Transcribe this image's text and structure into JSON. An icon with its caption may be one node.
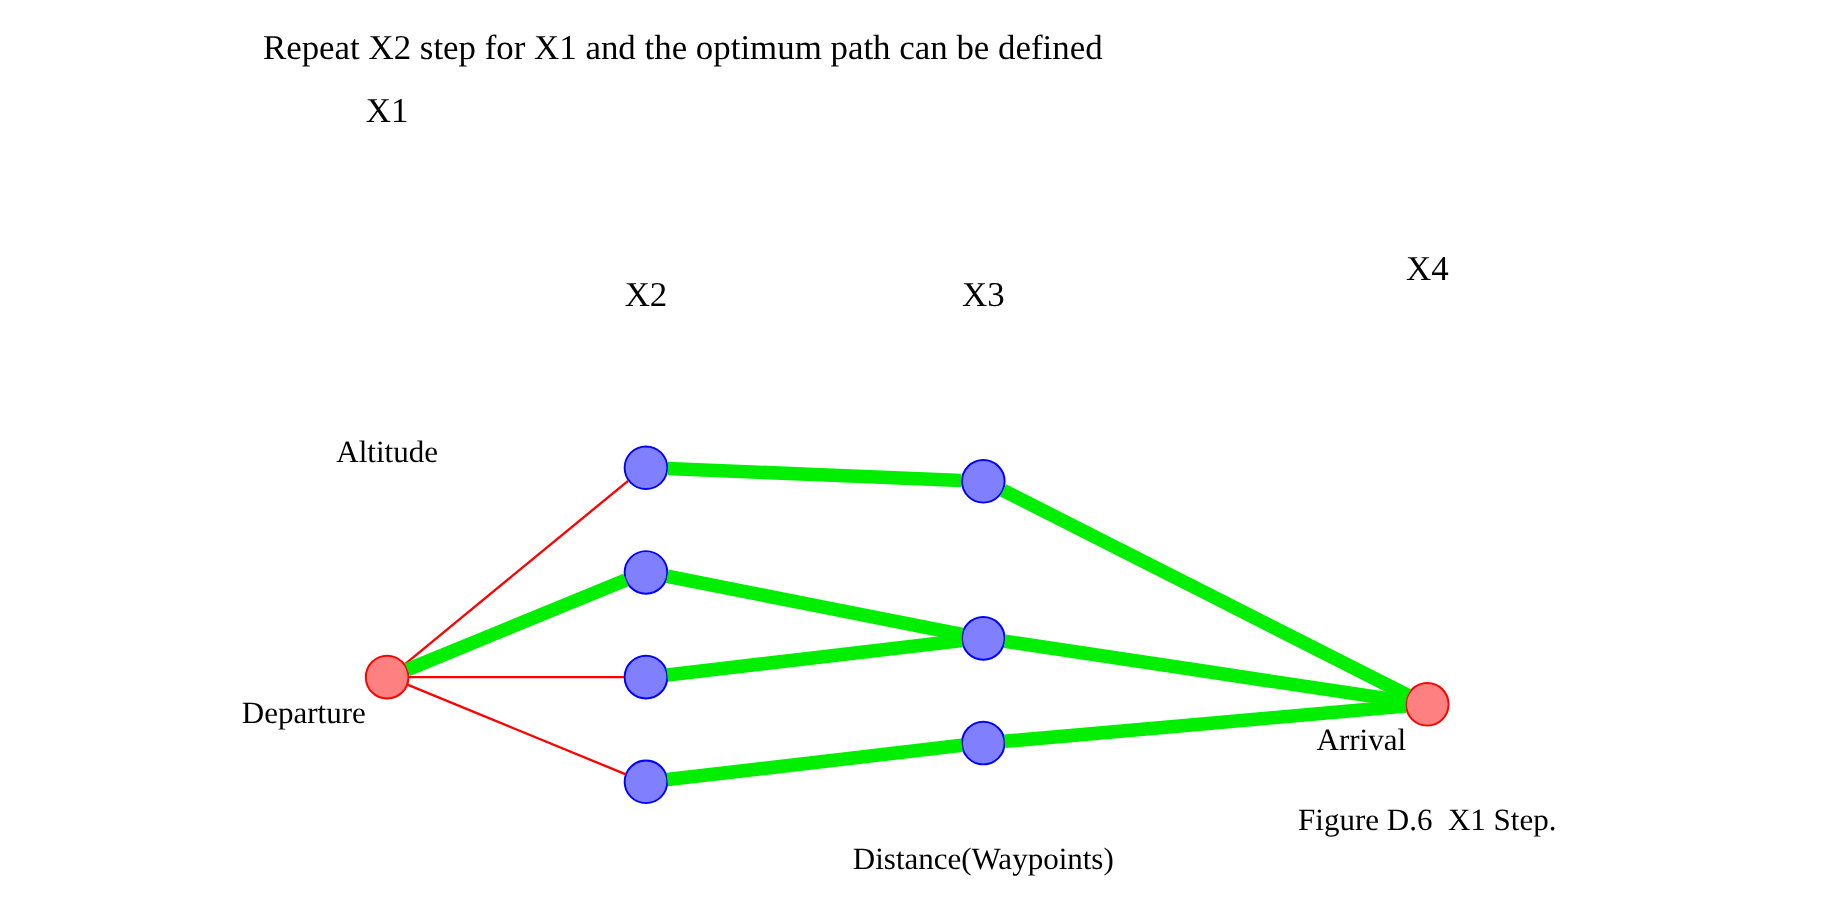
{
  "diagram": {
    "title": "Repeat X2 step for X1 and the optimum path can be defined",
    "caption": "Figure D.6  X1 Step.",
    "nodes": [
      {
        "text": [],
        "shape": "circle",
        "beside": [
          "Departure"
        ]
      },
      {
        "text": [],
        "shape": "circle"
      },
      {
        "text": [],
        "shape": "circle"
      },
      {
        "text": [],
        "shape": "circle"
      },
      {
        "text": [],
        "shape": "circle"
      },
      {
        "text": [],
        "shape": "circle"
      },
      {
        "text": [],
        "shape": "circle"
      },
      {
        "text": [],
        "shape": "circle"
      },
      {
        "text": [],
        "shape": "circle",
        "beside": [
          "Arrival"
        ]
      }
    ],
    "edges": [
      {
        "from": 0,
        "to": 1,
        "arrow": "none",
        "color": "#ff0000"
      },
      {
        "from": 0,
        "to": 2,
        "arrow": "none"
      },
      {
        "from": 0,
        "to": 3,
        "arrow": "none",
        "color": "#ff0000"
      },
      {
        "from": 0,
        "to": 4,
        "arrow": "none",
        "color": "#ff0000"
      },
      {
        "from": 1,
        "to": 5,
        "arrow": "none"
      },
      {
        "from": 2,
        "to": 6,
        "arrow": "none"
      },
      {
        "from": 3,
        "to": 6,
        "arrow": "none"
      },
      {
        "from": 4,
        "to": 7,
        "arrow": "none"
      },
      {
        "from": 5,
        "to": 8,
        "arrow": "none"
      },
      {
        "from": 6,
        "to": 8,
        "arrow": "none"
      },
      {
        "from": 7,
        "to": 8,
        "arrow": "none"
      }
    ],
    "labels": [
      "X1",
      "X2",
      "X3",
      "X4",
      "Altitude",
      "Distance(Waypoints)"
    ]
  }
}
